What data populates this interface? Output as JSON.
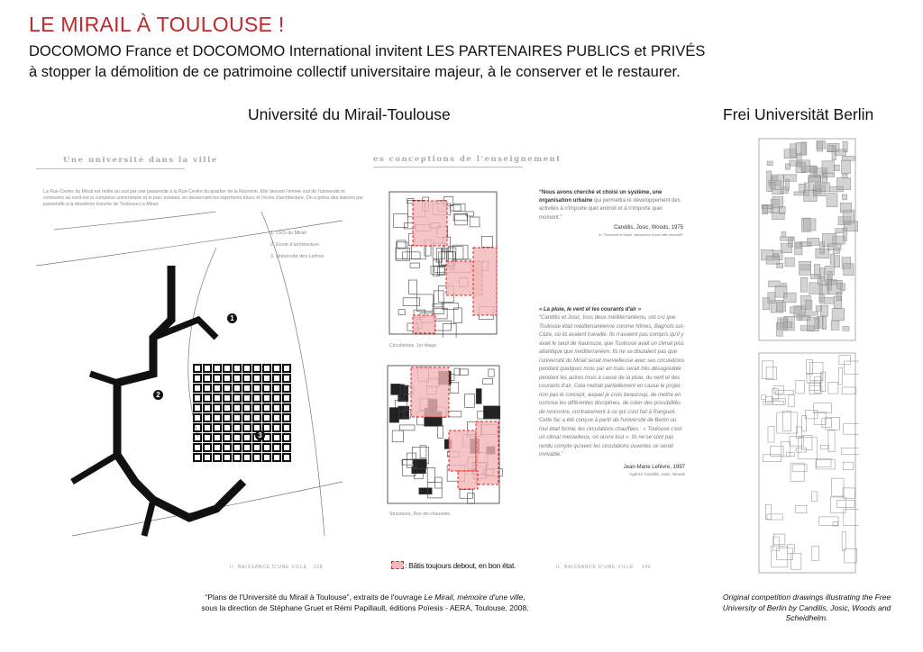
{
  "header": {
    "title": "LE MIRAIL À TOULOUSE !",
    "line1": "DOCOMOMO France et DOCOMOMO International invitent LES PARTENAIRES PUBLICS et PRIVÉS",
    "line2": "à stopper la démolition de ce patrimoine collectif universitaire majeur, à le conserver et le restaurer."
  },
  "left_section": {
    "heading": "Université du Mirail-Toulouse",
    "page138": {
      "head": "Une université dans la ville",
      "text": "La Rue-Centre du Mirail est reliée au sud par une passerelle à la Rue-Centre du quartier de la Reynerie. Elle dessert l'entrée sud de l'université et contourne au nord-est le complexe universitaire et le parc existant, en desservant les logements futurs et l'école d'architecture. On a prévu des liaisons par passerelle à la deuxième tranche de Toulouse-Le Mirail.",
      "legend": [
        "1. CES du Mirail",
        "2. Ecole d'architecture",
        "3. Université des Lettres"
      ],
      "markers": [
        "1",
        "2",
        "3"
      ],
      "footer": "II. NAISSANCE D'UNE VILLE",
      "page": "138"
    },
    "page140": {
      "head": "es conceptions de l'enseignement",
      "plan1_caption": "Circulations, 1er étage.",
      "plan2_caption": "Structures, Rez-de-chaussée.",
      "quote1_bold": "“Nous avons cherché et choisi un système, une organisation urbaine",
      "quote1_rest": " qui permettra le développement des activités à n'importe quel endroit et à n'importe quel moment.”",
      "quote1_author": "Candilis, Josic, Woods, 1975",
      "quote1_source": "in “Toulouse le Mirail, Naissance d'une ville nouvelle”",
      "quote2_title": "« La pluie, le vent et les courants d'air »",
      "quote2_text": "“Candilis et Josic, tous deux méditerranéens, ont cru que Toulouse était méditerranéenne comme Nîmes, Bagnols-sur-Cèze, où ils avaient travaillé. Ils n'avaient pas compris qu'il y avait le seuil de Naurouze, que Toulouse avait un climat plus atlantique que méditerranéen. Ils ne se doutaient pas que l'université du Mirail serait merveilleuse avec ses circulations pendant quelques mois par an mais serait très désagréable pendant les autres mois à cause de la pluie, du vent et des courants d'air. Cela mettait partiellement en cause le projet, non pas le concept, auquel je crois beaucoup, de mettre en osmose les différentes disciplines, de créer des possibilités de rencontre, contrairement à ce qui s'est fait à Rangueil. Cette fac a été conçue à partir de l'université de Berlin où tout était fermé, les circulations chauffées : « Toulouse c'est un climat merveilleux, on ouvre tout ». Ils ne se sont pas rendu compte qu'avec les circulations ouvertes ce serait invivable.”",
      "quote2_author": "Jean-Marie Lefèvre, 1997",
      "quote2_source": "Agence Candilis, Josic, Woods",
      "footer": "II. NAISSANCE D'UNE VILLE",
      "page": "140"
    },
    "legend_label": ": Bâtis toujours debout, en bon état.",
    "caption_part1": "“Plans de l'Université du Mirail à Toulouse”, extraits de l'ouvrage ",
    "caption_book": "Le Mirail, mémoire d'une ville",
    "caption_part2": ",",
    "caption_line2": "sous la direction de Stéphane Gruet et Rémi Papillault, éditions Poïesis - AERA, Toulouse, 2008."
  },
  "right_section": {
    "heading": "Frei Universität Berlin",
    "caption": "Original competition drawings illustrating the Free University of Berlin by Candilis, Josic, Woods and Scheidhelm."
  },
  "colors": {
    "title": "#c0282d",
    "highlight": "#f2b7b7",
    "highlight_border": "#e02020"
  }
}
